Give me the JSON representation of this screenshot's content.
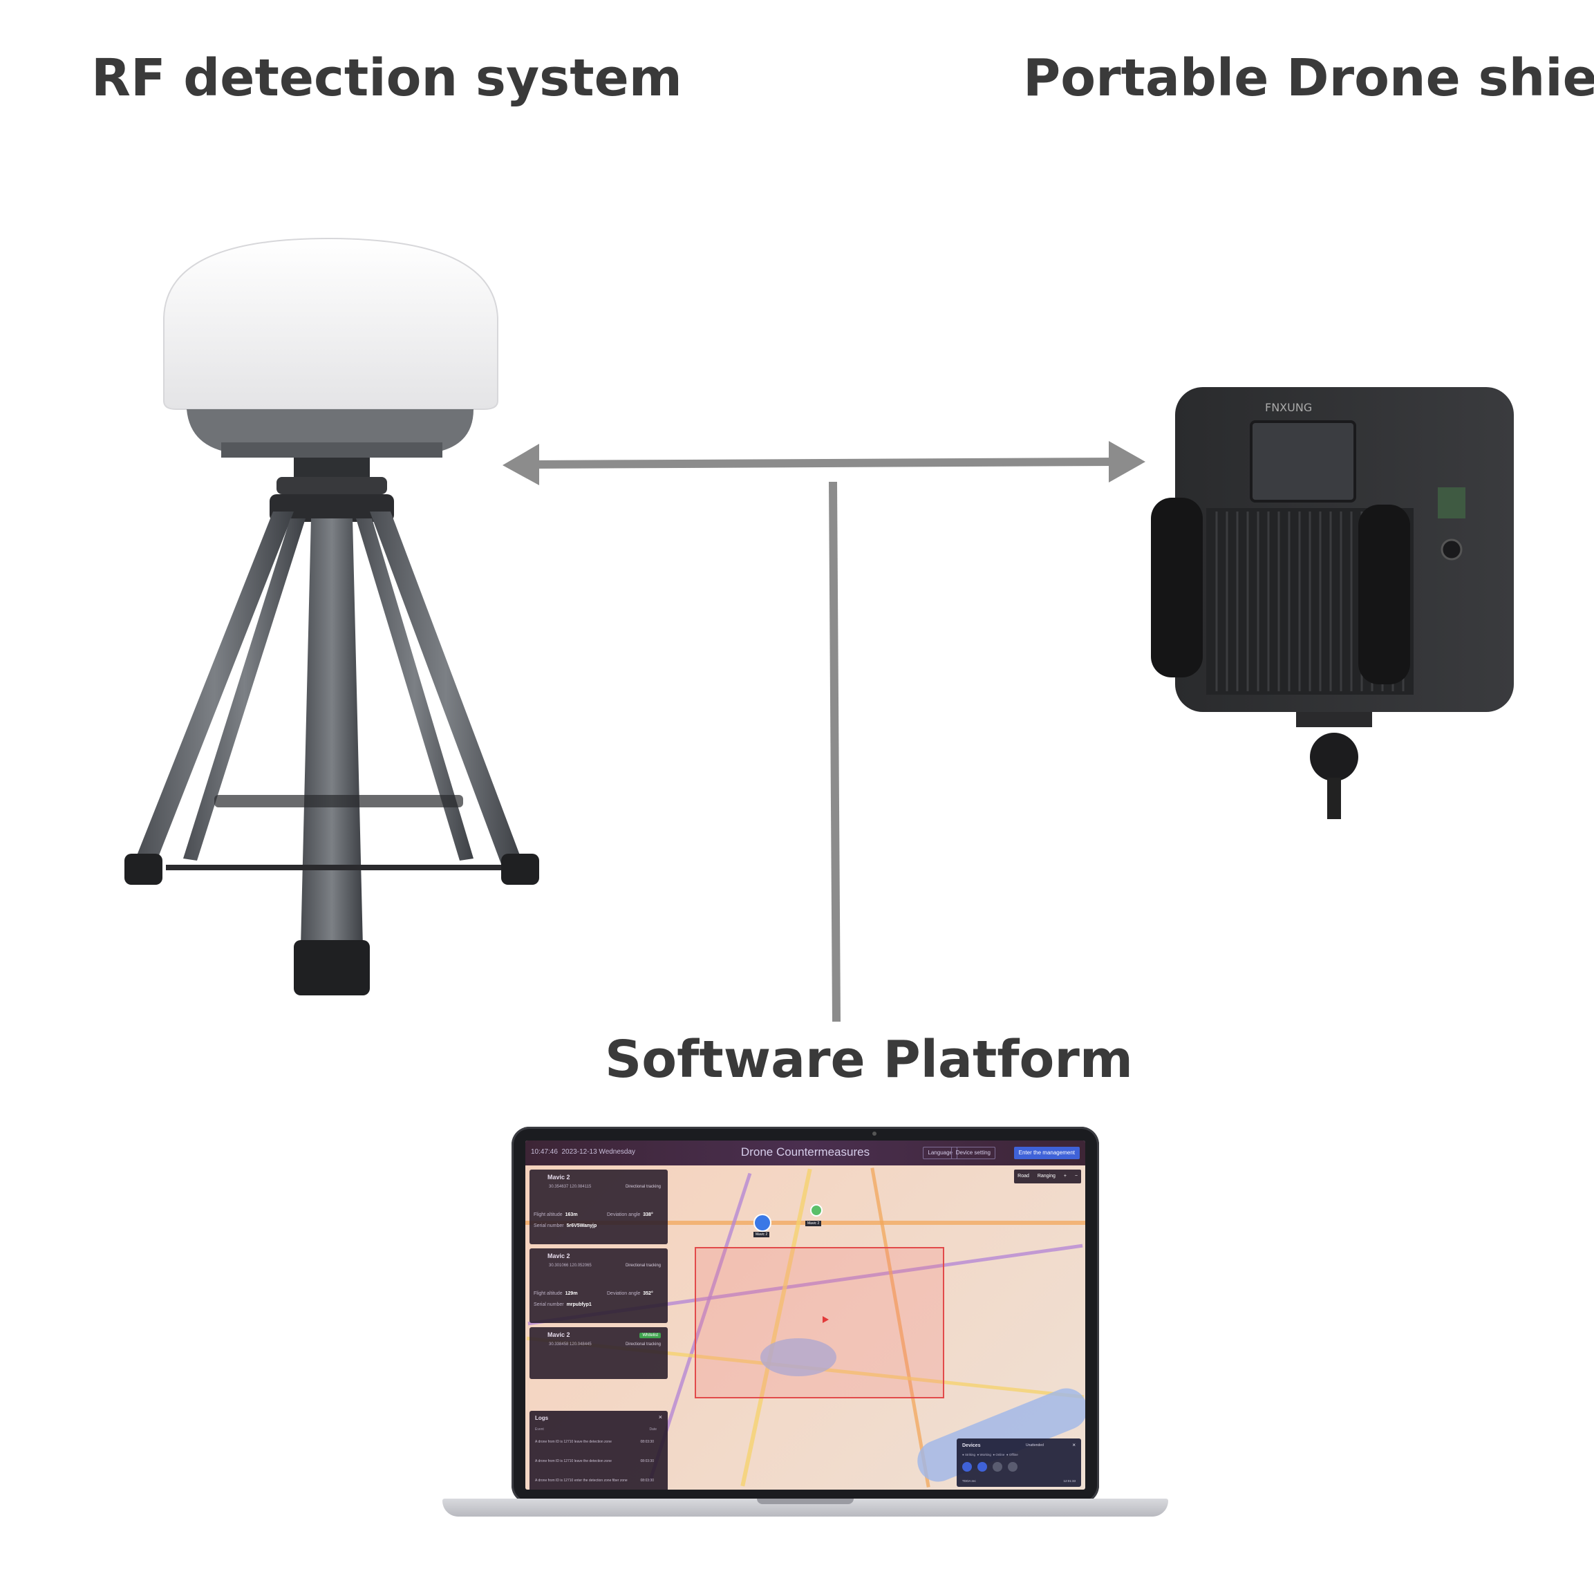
{
  "labels": {
    "rf": "RF detection system",
    "shield": "Portable Drone shield",
    "software": "Software Platform"
  },
  "colors": {
    "text": "#3a3a3a",
    "arrow": "#8c8c8c",
    "zone": "#e24a4a",
    "accent_blue": "#3f62d8"
  },
  "shield_device": {
    "brand": "FNXUNG"
  },
  "software_ui": {
    "title": "Drone Countermeasures",
    "time": "10:47:46",
    "date": "2023-12-13 Wednesday",
    "buttons": [
      "Language",
      "Device setting",
      "Enter the management"
    ],
    "map_tools": [
      "Road",
      "Ranging",
      "+",
      "−"
    ],
    "drone_panels": [
      {
        "name": "Mavic 2",
        "coords": "30.354637   120.084115",
        "status": "Directional tracking",
        "altitude_label": "Flight altitude",
        "altitude": "163m",
        "serial_label": "Serial number",
        "serial": "5r6V5Wanyjp",
        "deviation_label": "Deviation angle",
        "deviation": "338°"
      },
      {
        "name": "Mavic 2",
        "coords": "30.301066   120.052065",
        "status": "Directional tracking",
        "altitude_label": "Flight altitude",
        "altitude": "129m",
        "serial_label": "Serial number",
        "serial": "mrpubfyp1",
        "deviation_label": "Deviation angle",
        "deviation": "352°"
      },
      {
        "name": "Mavic 2",
        "coords": "30.338458   120.048445",
        "status": "Directional tracking",
        "tag": "Whitelist"
      }
    ],
    "logs": {
      "title": "Logs",
      "close": "×",
      "headers": [
        "Event",
        "Date"
      ],
      "rows": [
        {
          "text": "A drone from ID is 12710 leave the detection zone",
          "date": "08:03:30"
        },
        {
          "text": "A drone from ID is 12710 leave the detection zone",
          "date": "08:03:30"
        },
        {
          "text": "A drone from ID is 12710 enter the detection zone fiber zone",
          "date": "08:03:30"
        }
      ]
    },
    "devices": {
      "title": "Devices",
      "mode": "Unattended",
      "close": "×",
      "statuses": [
        "Striking",
        "Working",
        "Online",
        "Offline"
      ],
      "footer_left": "TDOA rec",
      "footer_right": "12:01:33"
    },
    "drone_markers": [
      "Mavic 2",
      "Mavic 2"
    ]
  }
}
